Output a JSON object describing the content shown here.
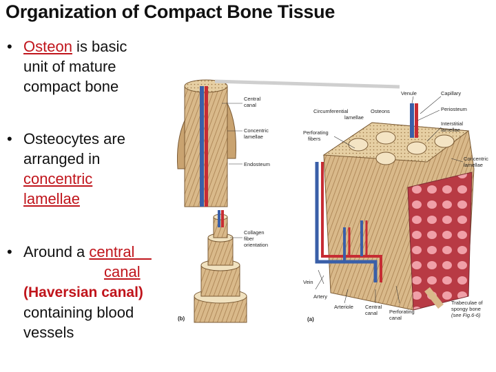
{
  "title": "Organization of Compact Bone Tissue",
  "bullets": [
    {
      "pre": "",
      "red": "Osteon",
      "post": " is basic",
      "line2": "unit of mature",
      "line3": "compact bone"
    },
    {
      "line1": "Osteocytes are",
      "line2": "arranged in",
      "red1": "concentric",
      "red2": "lamellae"
    },
    {
      "pre": "Around a ",
      "red1": "central",
      "red2": "canal",
      "paren": "(Haversian canal)",
      "line4": "containing blood",
      "line5": "vessels"
    }
  ],
  "figure": {
    "labels": {
      "central_canal": "Central\ncanal",
      "concentric_lamellae_b": "Concentric\nlamellae",
      "endosteum": "Endosteum",
      "collagen": "Collagen\nfiber\norientation",
      "panel_b": "(b)",
      "panel_a": "(a)",
      "venule": "Venule",
      "capillary": "Capillary",
      "circumferential": "Circumferential\nlamellae",
      "osteons": "Osteons",
      "periosteum": "Periosteum",
      "interstitial": "Interstitial\nlamellae",
      "perforating_fibers": "Perforating\nfibers",
      "concentric_lamellae_a": "Concentric\nlamellae",
      "vein": "Vein",
      "artery": "Artery",
      "arteriole": "Arteriole",
      "central_canal_a": "Central\ncanal",
      "perforating_canal": "Perforating\ncanal",
      "trabeculae": "Trabeculae of\nspongy bone\n(see Fig.6-6)"
    }
  }
}
